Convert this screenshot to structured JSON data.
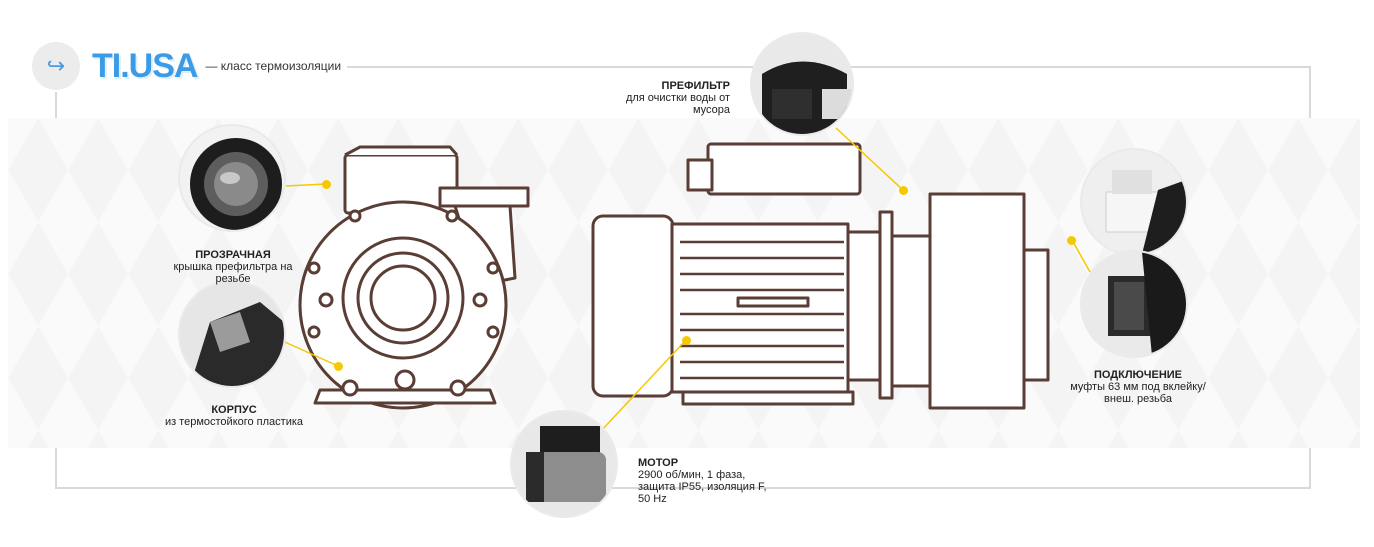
{
  "header": {
    "back_icon": "return-arrow-icon",
    "brand": "TI.USA",
    "subtitle": "— класс термоизоляции"
  },
  "accent_color": "#f5c800",
  "brand_color": "#3b9be6",
  "callouts": {
    "prefilter": {
      "title": "ПРЕФИЛЬТР",
      "desc_line1": "для очистки воды от",
      "desc_line2": "мусора"
    },
    "lid": {
      "title": "ПРОЗРАЧНАЯ",
      "desc_line1": "крышка префильтра на",
      "desc_line2": "резьбе"
    },
    "body": {
      "title": "КОРПУС",
      "desc_line1": "из термостойкого пластика"
    },
    "connection": {
      "title": "ПОДКЛЮЧЕНИЕ",
      "desc_line1": "муфты 63 мм под вклейку/",
      "desc_line2": "внеш. резьба"
    },
    "motor": {
      "title": "МОТОР",
      "desc_line1": "2900 об/мин, 1 фаза,",
      "desc_line2": "защита IP55, изоляция F,",
      "desc_line3": "50 Hz"
    }
  }
}
